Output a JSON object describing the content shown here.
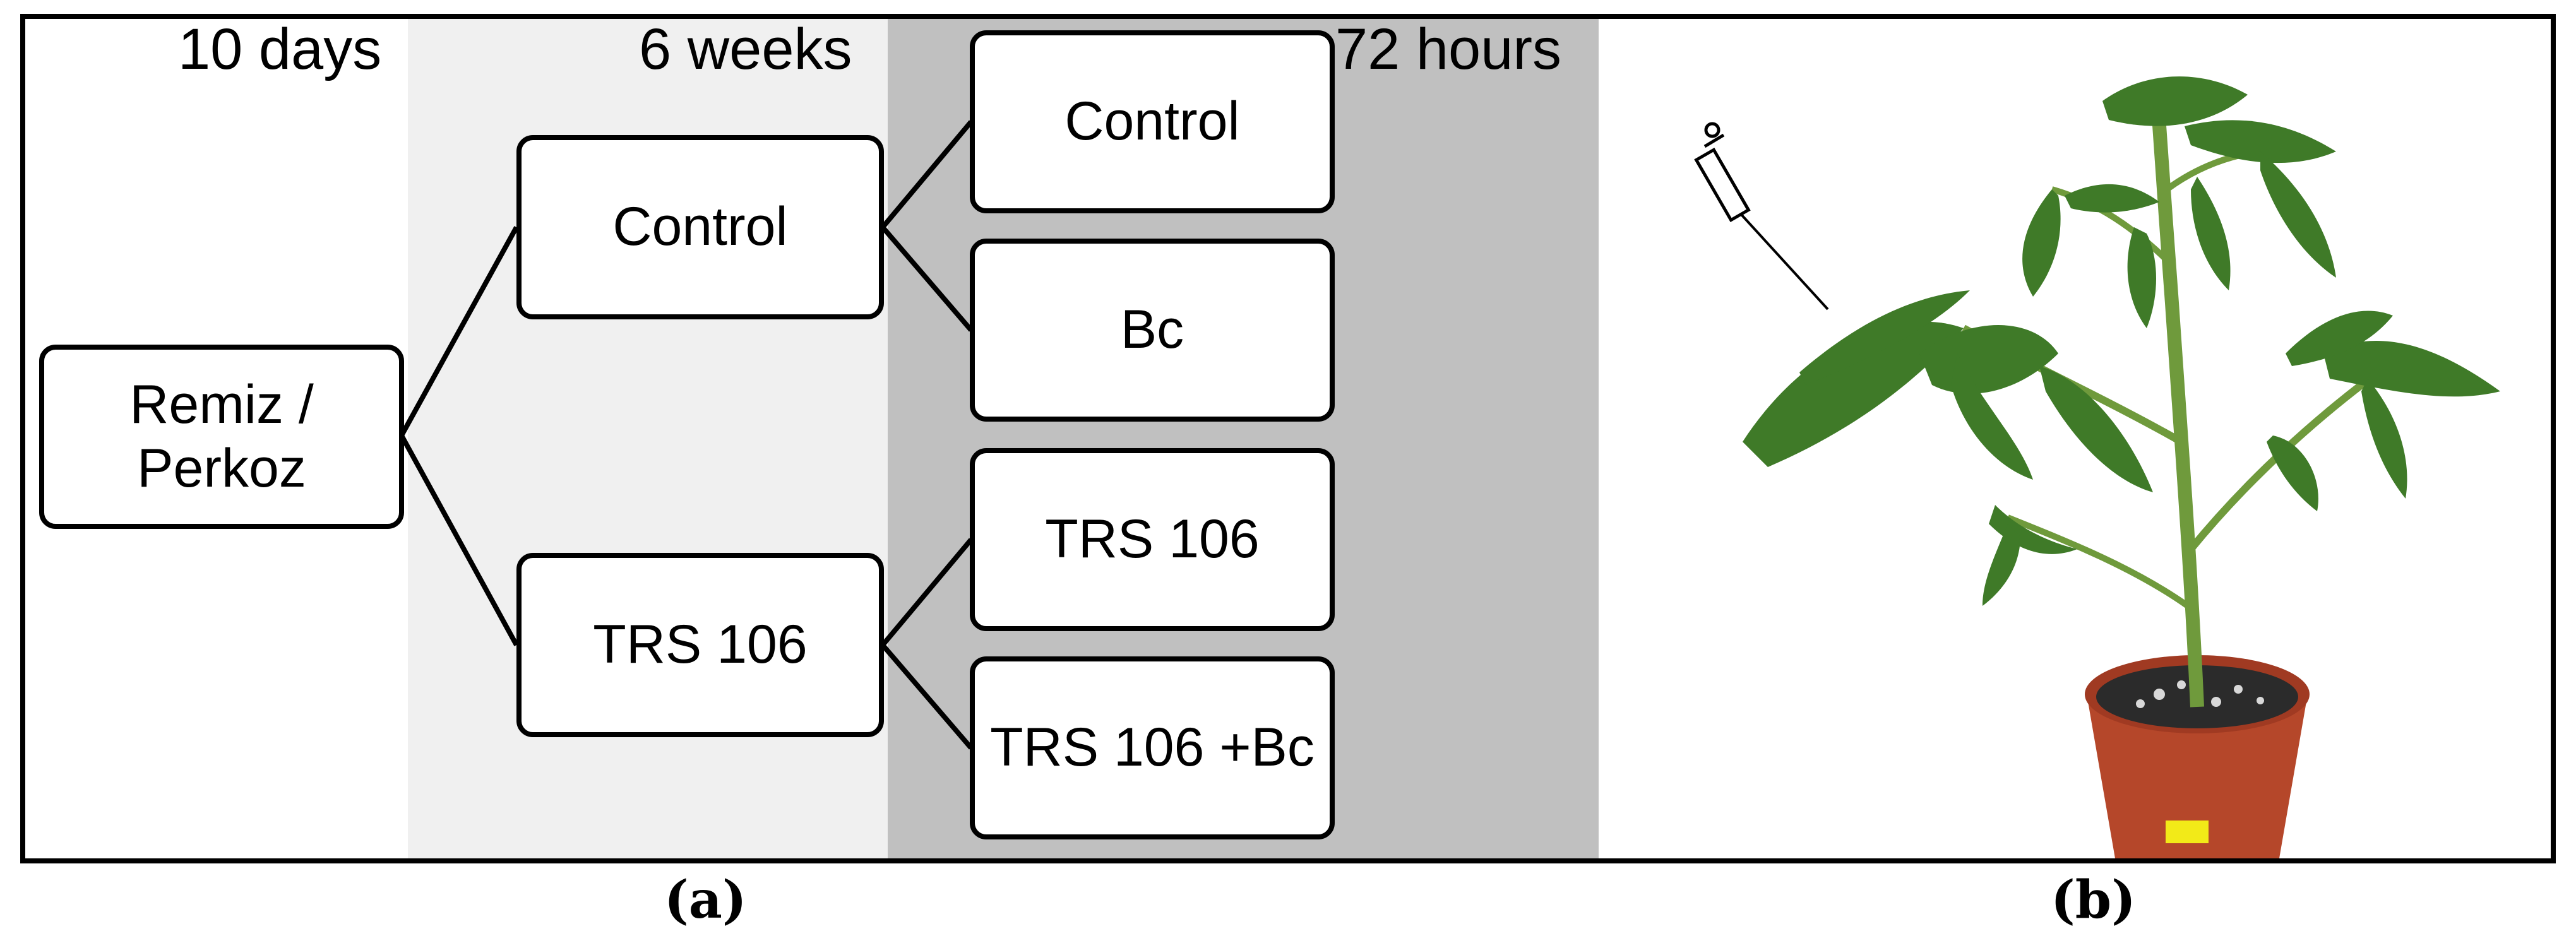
{
  "timeline": {
    "phase1_label": "10 days",
    "phase2_label": "6 weeks",
    "phase3_label": "72 hours",
    "phase_colors": [
      "#ffffff",
      "#f0f0f0",
      "#c0c0c0"
    ]
  },
  "boxes": {
    "root_line1": "Remiz /",
    "root_line2": "Perkoz",
    "mid_control": "Control",
    "mid_trs": "TRS 106",
    "leaf_control": "Control",
    "leaf_bc": "Bc",
    "leaf_trs": "TRS 106",
    "leaf_trs_bc": "TRS 106 +Bc"
  },
  "photo": {
    "subject": "potted tomato plant with syringe inoculating a leaf",
    "icons": [
      "syringe-icon",
      "tomato-plant-icon",
      "flower-pot-icon"
    ]
  },
  "panels": {
    "a": "(a)",
    "b": "(b)"
  }
}
